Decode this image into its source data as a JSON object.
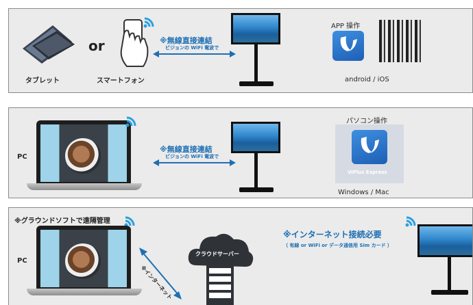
{
  "panel1": {
    "or_text": "or",
    "tablet_label": "タブレット",
    "smartphone_label": "スマートフォン",
    "wireless_title": "※無線直接連結",
    "wireless_sub": "ビジョンの WiFi 電波で",
    "app_label": "APP 操作",
    "os_label": "android / iOS"
  },
  "panel2": {
    "pc_label": "PC",
    "wireless_title": "※無線直接連結",
    "wireless_sub": "ビジョンの WiFi 電波で",
    "pc_op_label": "パソコン操作",
    "app_icon_text": "ViPlus Express",
    "os_label": "Windows / Mac"
  },
  "panel3": {
    "title": "※グラウンドソフトで遠隔管理",
    "pc_label": "PC",
    "internet_label": "※インターネット",
    "cloud_label": "クラウドサーバー",
    "internet_required": "※インターネット接続必要",
    "requirement_detail": "（ 有線 or WiFi or データ通信用 Sim カード ）"
  },
  "colors": {
    "accent": "#1d6fb3",
    "panel_bg": "#ebebeb",
    "border": "#8a8a8a"
  }
}
